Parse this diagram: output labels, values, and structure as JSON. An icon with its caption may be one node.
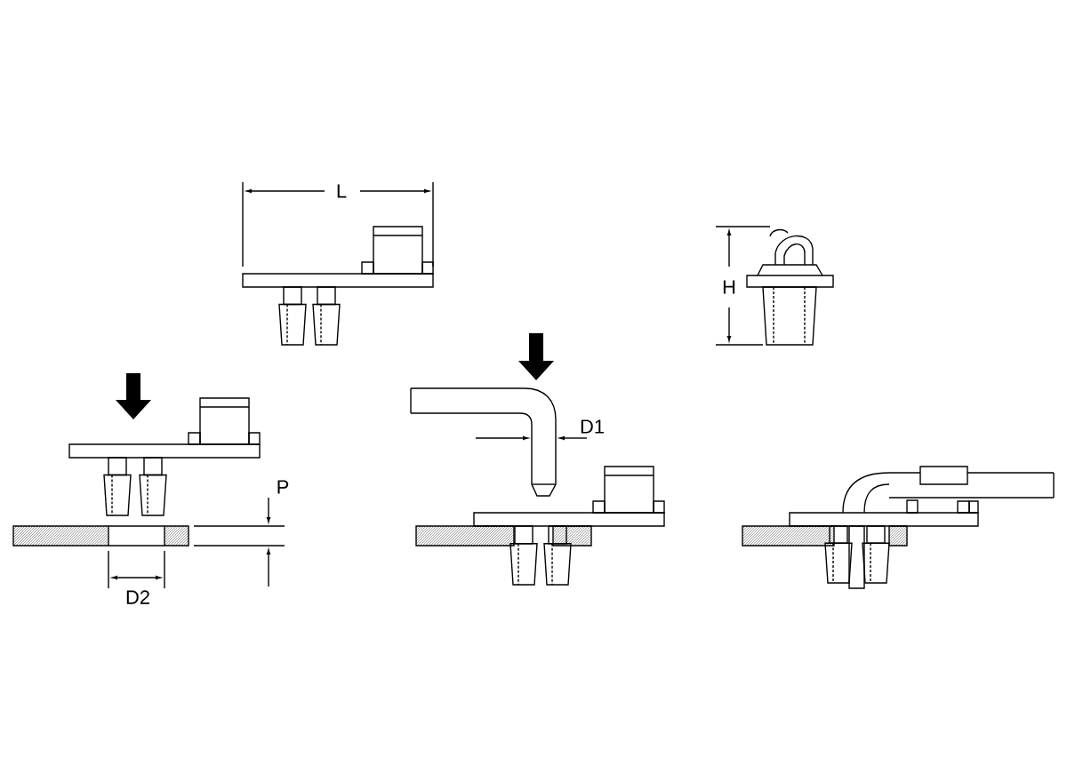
{
  "diagram": {
    "labels": [
      "L",
      "H",
      "D1",
      "P",
      "D2"
    ]
  }
}
